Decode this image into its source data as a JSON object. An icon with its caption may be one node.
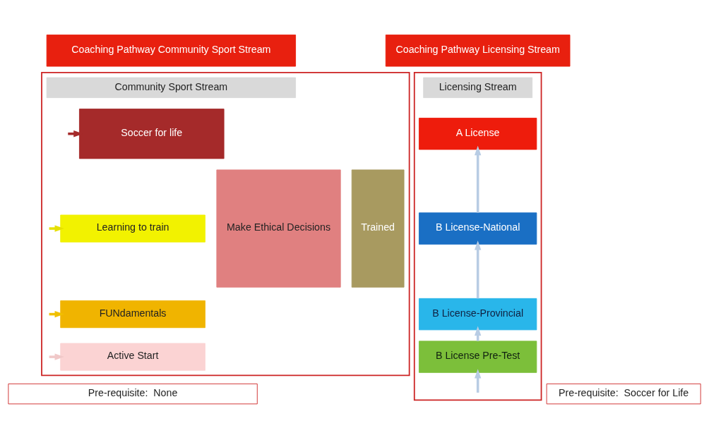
{
  "diagram": {
    "nodes": [
      {
        "text": [
          "Coaching Pathway Community Sport Stream"
        ]
      },
      {
        "text": [
          "Coaching Pathway Licensing Stream"
        ]
      },
      {
        "text": [],
        "shape": "box"
      },
      {
        "text": [
          "Community Sport Stream"
        ],
        "in": 2
      },
      {
        "text": [
          "Soccer for life"
        ],
        "in": 2
      },
      {
        "text": [
          "Learning to train"
        ],
        "in": 2
      },
      {
        "text": [
          "FUNdamentals"
        ],
        "in": 2
      },
      {
        "text": [
          "Active Start"
        ],
        "in": 2
      },
      {
        "text": [
          "Make Ethical Decisions"
        ],
        "in": 2
      },
      {
        "text": [
          "Trained"
        ],
        "in": 2
      },
      {
        "text": [
          "Pre-requisite:  None"
        ]
      },
      {
        "text": [],
        "shape": "box"
      },
      {
        "text": [
          "Licensing Stream"
        ],
        "in": 11
      },
      {
        "text": [
          "A License"
        ],
        "in": 11
      },
      {
        "text": [
          "B License-National"
        ],
        "in": 11
      },
      {
        "text": [
          "B License-Provincial"
        ],
        "in": 11
      },
      {
        "text": [
          "B License Pre-Test"
        ],
        "in": 11
      },
      {
        "text": [
          "Pre-requisite:  Soccer for Life"
        ]
      }
    ],
    "edges": [
      {
        "from": null,
        "to": 4,
        "arrow": "to",
        "color": "#a52a2a"
      },
      {
        "from": null,
        "to": 5,
        "arrow": "to",
        "color": "#e6e000"
      },
      {
        "from": null,
        "to": 6,
        "arrow": "to",
        "color": "#f0c000"
      },
      {
        "from": null,
        "to": 7,
        "arrow": "to",
        "color": "#f0c8c8"
      },
      {
        "from": 14,
        "to": 13,
        "arrow": "to"
      },
      {
        "from": 15,
        "to": 14,
        "arrow": "to"
      },
      {
        "from": 16,
        "to": 15,
        "arrow": "to"
      },
      {
        "from": null,
        "to": 16,
        "arrow": "to"
      }
    ]
  }
}
